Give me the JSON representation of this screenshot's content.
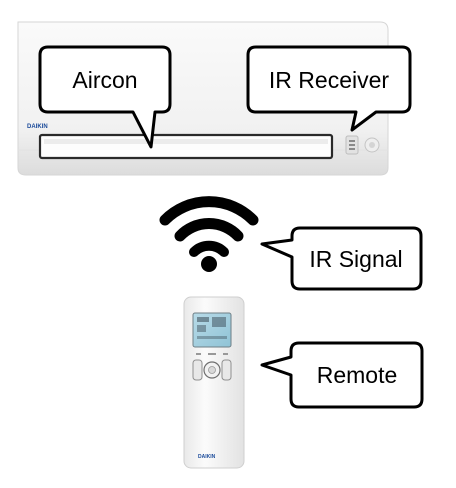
{
  "callouts": {
    "aircon": "Aircon",
    "ir_receiver": "IR Receiver",
    "ir_signal": "IR Signal",
    "remote": "Remote"
  },
  "brand": {
    "aircon_logo": "DAIKIN",
    "remote_logo": "DAIKIN"
  },
  "icons": {
    "signal": "wifi-signal-icon"
  }
}
